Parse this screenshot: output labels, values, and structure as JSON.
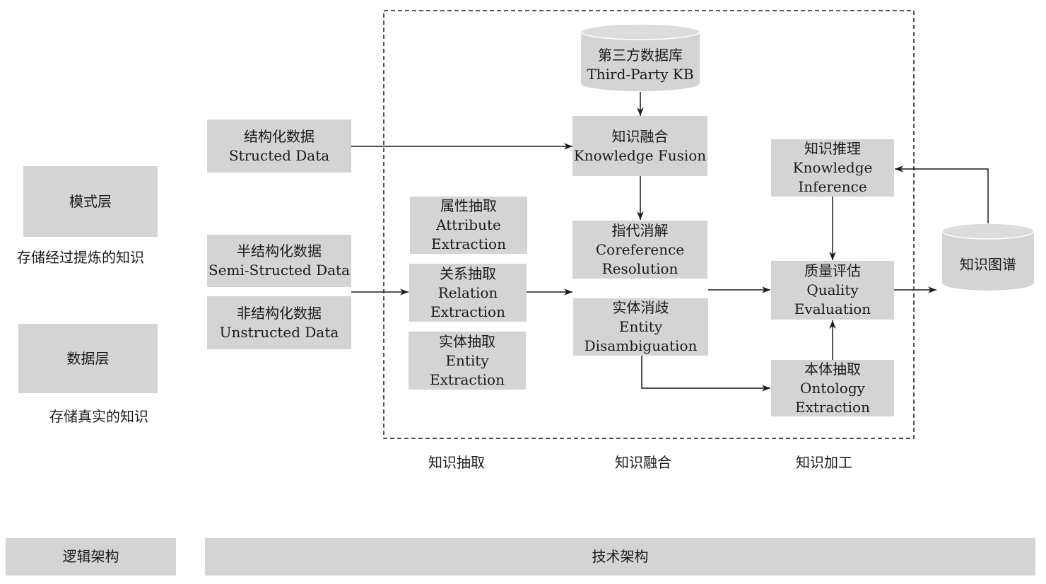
{
  "logical": {
    "schema_layer": {
      "title": "模式层",
      "desc": "存储经过提炼的知识"
    },
    "data_layer": {
      "title": "数据层",
      "desc": "存储真实的知识"
    },
    "footer": "逻辑架构"
  },
  "technical": {
    "footer": "技术架构",
    "sources": {
      "structured": {
        "zh": "结构化数据",
        "en": "Structed Data"
      },
      "semi": {
        "zh": "半结构化数据",
        "en": "Semi-Structed Data"
      },
      "unstructured": {
        "zh": "非结构化数据",
        "en": "Unstructed Data"
      }
    },
    "extraction": {
      "stage_label": "知识抽取",
      "attribute": {
        "zh": "属性抽取",
        "en1": "Attribute",
        "en2": "Extraction"
      },
      "relation": {
        "zh": "关系抽取",
        "en1": "Relation",
        "en2": "Extraction"
      },
      "entity": {
        "zh": "实体抽取",
        "en1": "Entity",
        "en2": "Extraction"
      }
    },
    "fusion": {
      "stage_label": "知识融合",
      "third_party": {
        "zh": "第三方数据库",
        "en": "Third-Party KB"
      },
      "knowledge_fusion": {
        "zh": "知识融合",
        "en": "Knowledge Fusion"
      },
      "coreference": {
        "zh": "指代消解",
        "en1": "Coreference",
        "en2": "Resolution"
      },
      "disambiguation": {
        "zh": "实体消歧",
        "en1": "Entity",
        "en2": "Disambiguation"
      }
    },
    "processing": {
      "stage_label": "知识加工",
      "inference": {
        "zh": "知识推理",
        "en1": "Knowledge",
        "en2": "Inference"
      },
      "quality": {
        "zh": "质量评估",
        "en1": "Quality",
        "en2": "Evaluation"
      },
      "ontology": {
        "zh": "本体抽取",
        "en1": "Ontology",
        "en2": "Extraction"
      }
    },
    "knowledge_graph": "知识图谱"
  },
  "colors": {
    "box_fill": "#d4d4d4",
    "line": "#1a1a1a",
    "cylinder_fill": "#d4d4d4"
  }
}
